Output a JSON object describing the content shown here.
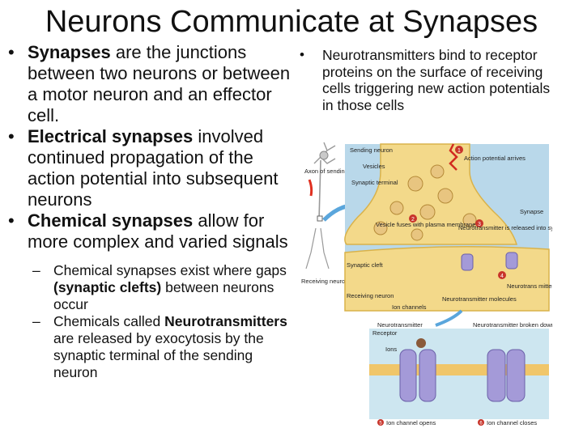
{
  "title": "Neurons Communicate at Synapses",
  "left_bullets": [
    {
      "bold": "Synapses",
      "text": " are the junctions between two neurons or between a motor neuron and an effector cell."
    },
    {
      "bold": "Electrical synapses",
      "text": " involved continued propagation of the action potential into subsequent neurons"
    },
    {
      "bold": "Chemical synapses",
      "text": " allow for more complex and varied signals"
    }
  ],
  "sub_bullets": [
    {
      "pre": "Chemical synapses exist where gaps ",
      "bold": "(synaptic clefts)",
      "post": " between neurons occur"
    },
    {
      "pre": "Chemicals called ",
      "bold": "Neurotransmitters",
      "post": " are released by exocytosis by the synaptic terminal of the sending neuron"
    }
  ],
  "right_bullet": "Neurotransmitters bind to receptor proteins on the surface of receiving cells triggering new action potentials in those cells",
  "figure": {
    "sending_neuron": "Sending neuron",
    "vesicles": "Vesicles",
    "synaptic_terminal": "Synaptic terminal",
    "axon": "Axon of sending neuron",
    "receiving_neuron_left": "Receiving neuron",
    "synapse": "Synapse",
    "step1_num": "1",
    "step1": "Action potential arrives",
    "step2_num": "2",
    "step2": "Vesicle fuses with plasma membrane",
    "step3_num": "3",
    "step3": "Neurotransmitter is released into synaptic cleft",
    "step4_num": "4",
    "step4": "Neurotrans mitter binds to receptor",
    "synaptic_cleft": "Synaptic cleft",
    "receiving_neuron": "Receiving neuron",
    "ion_channels": "Ion channels",
    "nt_molecules": "Neurotransmitter molecules",
    "neurotransmitter": "Neurotransmitter",
    "receptor": "Receptor",
    "ions": "Ions",
    "nt_broken": "Neurotransmitter broken down and released",
    "step5_num": "5",
    "step5": "Ion channel opens",
    "step6_num": "6",
    "step6": "Ion channel closes"
  }
}
